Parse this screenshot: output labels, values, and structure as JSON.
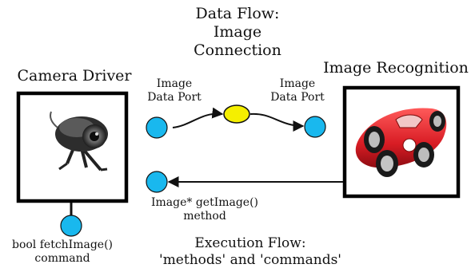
{
  "data_flow": {
    "title_lines": [
      "Data Flow:",
      "Image",
      "Connection"
    ]
  },
  "components": {
    "camera_driver": {
      "title": "Camera Driver",
      "icon": "webcam-icon"
    },
    "image_recognition": {
      "title": "Image Recognition",
      "icon": "red-race-car-icon"
    }
  },
  "ports": {
    "camera_out": {
      "lines": [
        "Image",
        "Data Port"
      ]
    },
    "recognition_in": {
      "lines": [
        "Image",
        "Data Port"
      ]
    },
    "get_image": {
      "lines": [
        "Image* getImage()",
        "method"
      ]
    },
    "fetch_image": {
      "lines": [
        "bool fetchImage()",
        "command"
      ]
    }
  },
  "execution_flow": {
    "title_lines": [
      "Execution Flow:",
      "'methods' and 'commands'"
    ]
  },
  "colors": {
    "port_fill": "#19b8ee",
    "connection_fill": "#f5ef00",
    "box_stroke": "#000000",
    "car_body": "#d81c24"
  }
}
